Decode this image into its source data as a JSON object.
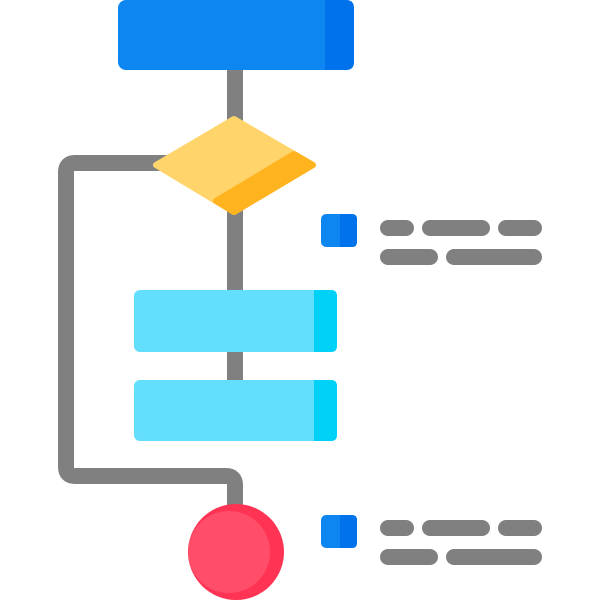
{
  "icon": {
    "name": "flowchart-icon",
    "palette": {
      "start_block": "#0e86f2",
      "start_block_shade": "#0073ec",
      "decision": "#ffd56b",
      "decision_shade": "#ffb41f",
      "process_block": "#63dffd",
      "process_block_shade": "#00d1f7",
      "terminal": "#ff4d6a",
      "terminal_shade": "#ff3454",
      "connector": "#808080",
      "legend_marker": "#0e86f2",
      "legend_marker_shade": "#0073ec",
      "legend_line": "#808080"
    },
    "legend_entries": [
      {
        "name": "legend-entry-decision",
        "lines": 2
      },
      {
        "name": "legend-entry-terminal",
        "lines": 2
      }
    ]
  }
}
